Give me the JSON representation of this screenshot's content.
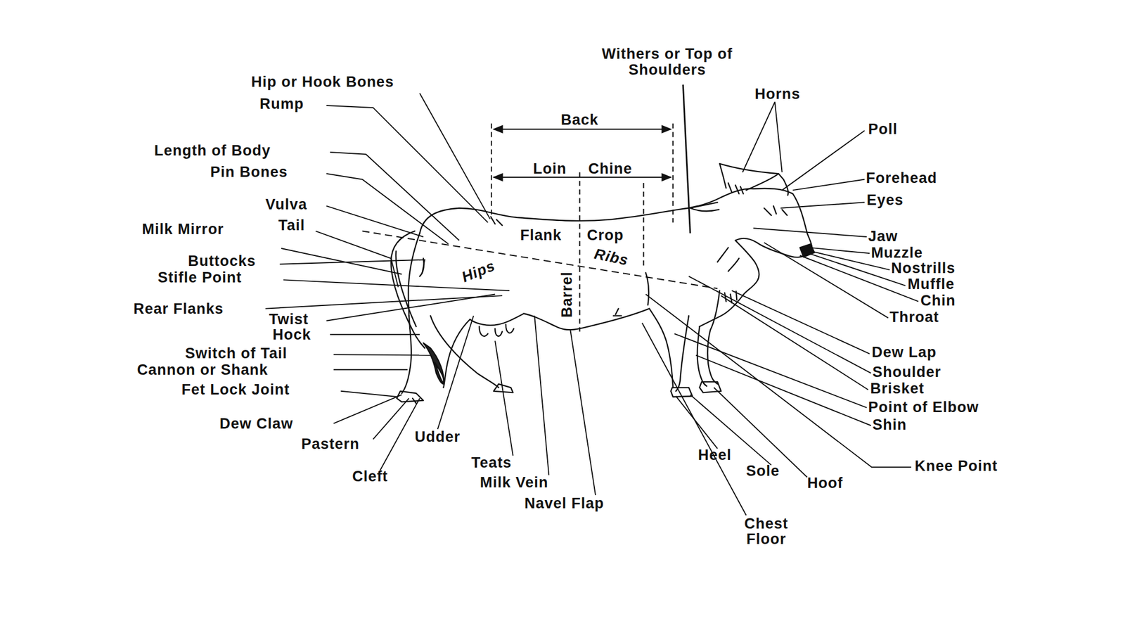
{
  "diagram": {
    "labels": [
      "Withers or Top of Shoulders",
      "Hip or Hook Bones",
      "Rump",
      "Back",
      "Horns",
      "Poll",
      "Loin",
      "Chine",
      "Length of Body",
      "Forehead",
      "Pin Bones",
      "Eyes",
      "Vulva",
      "Milk Mirror",
      "Tail",
      "Flank",
      "Crop",
      "Ribs",
      "Jaw",
      "Muzzle",
      "Nostrills",
      "Hips",
      "Buttocks",
      "Stifle Point",
      "Muffle",
      "Chin",
      "Throat",
      "Barrel",
      "Rear Flanks",
      "Twist",
      "Hock",
      "Switch of Tail",
      "Cannon or Shank",
      "Fet Lock Joint",
      "Dew Claw",
      "Pastern",
      "Cleft",
      "Udder",
      "Teats",
      "Milk Vein",
      "Navel Flap",
      "Dew Lap",
      "Shoulder",
      "Brisket",
      "Point of Elbow",
      "Shin",
      "Heel",
      "Sole",
      "Hoof",
      "Knee Point",
      "Chest Floor"
    ]
  }
}
